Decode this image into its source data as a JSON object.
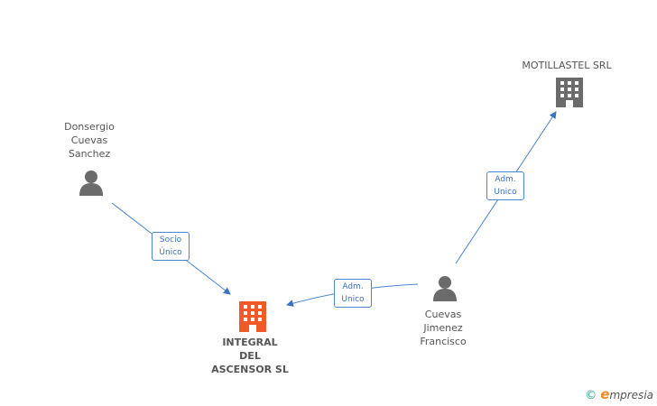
{
  "nodes": {
    "donsergio": {
      "lines": [
        "Donsergio",
        "Cuevas",
        "Sanchez"
      ],
      "type": "person"
    },
    "cuevas": {
      "lines": [
        "Cuevas",
        "Jimenez",
        "Francisco"
      ],
      "type": "person"
    },
    "motillastel": {
      "lines": [
        "MOTILLASTEL SRL"
      ],
      "type": "company"
    },
    "integral": {
      "lines": [
        "INTEGRAL",
        "DEL",
        "ASCENSOR SL"
      ],
      "type": "company-main"
    }
  },
  "edges": {
    "socio": {
      "lines": [
        "Socio",
        "Único"
      ]
    },
    "adm_integral": {
      "lines": [
        "Adm.",
        "Unico"
      ]
    },
    "adm_motillastel": {
      "lines": [
        "Adm.",
        "Unico"
      ]
    }
  },
  "colors": {
    "edge": "#4a86d0",
    "person_icon": "#6b6b6b",
    "company_icon": "#6b6b6b",
    "company_main_icon": "#f05a28"
  },
  "footer": {
    "copyright": "©",
    "brand_e": "e",
    "brand_rest": "mpresia"
  }
}
